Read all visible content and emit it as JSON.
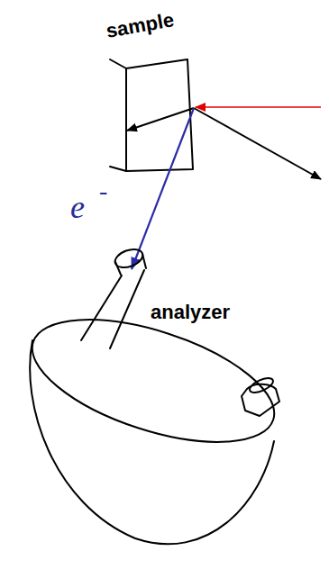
{
  "diagram": {
    "labels": [
      "sample",
      "e",
      "-",
      "analyzer"
    ]
  }
}
